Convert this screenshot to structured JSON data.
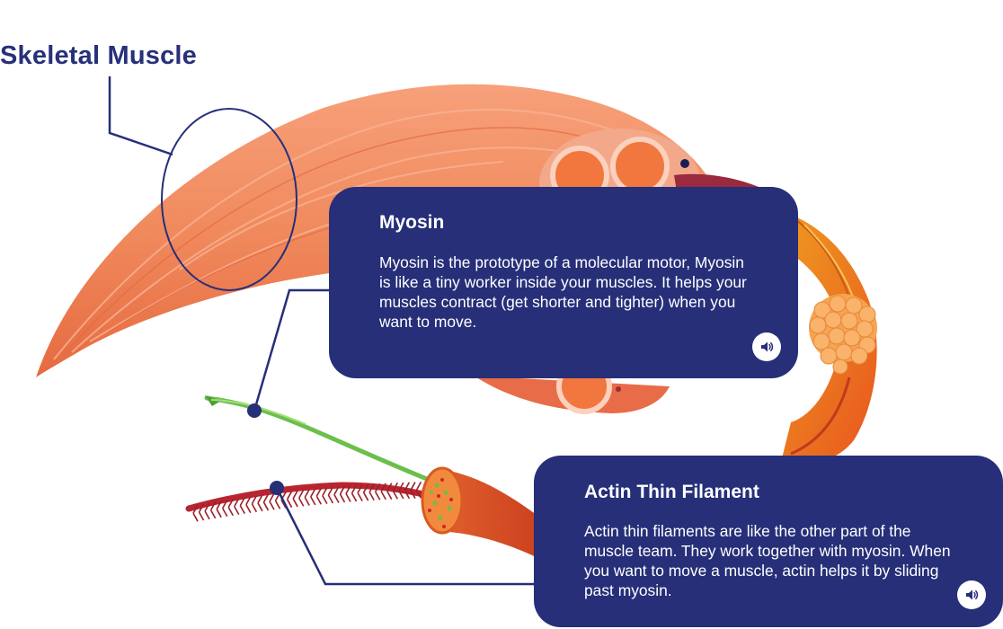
{
  "title": "Skeletal Muscle",
  "cards": {
    "myosin": {
      "heading": "Myosin",
      "text": "Myosin is the prototype of a molecular motor, Myosin is like a tiny worker inside your muscles. It helps your muscles contract (get shorter and tighter) when you want to move."
    },
    "actin": {
      "heading": "Actin Thin Filament",
      "text": "Actin thin filaments are like the other part of the muscle team. They work together with myosin. When you want to move a muscle, actin helps it by sliding past myosin."
    }
  },
  "icons": {
    "audio": "speaker-icon"
  },
  "colors": {
    "navy": "#262f78",
    "muscle": "#f08a5d",
    "muscle_dark": "#e0623c",
    "myosin_green": "#6cbf4a",
    "actin_red": "#b82530"
  }
}
